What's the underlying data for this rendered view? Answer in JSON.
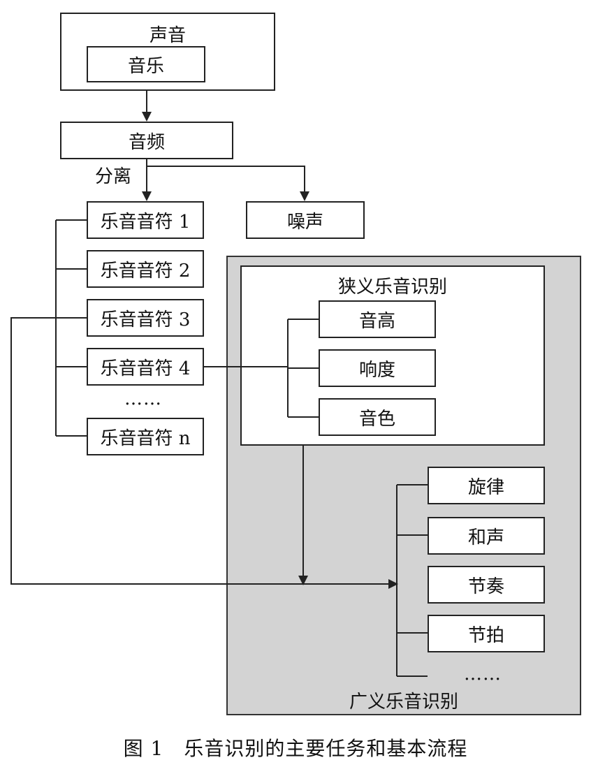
{
  "sound": {
    "title": "声音",
    "music": "音乐"
  },
  "audio": "音频",
  "separation_label": "分离",
  "noise": "噪声",
  "notes": [
    "乐音音符 1",
    "乐音音符 2",
    "乐音音符 3",
    "乐音音符 4",
    "……",
    "乐音音符 n"
  ],
  "narrow": {
    "title": "狭义乐音识别",
    "items": [
      "音高",
      "响度",
      "音色"
    ]
  },
  "broad": {
    "title": "广义乐音识别",
    "items": [
      "旋律",
      "和声",
      "节奏",
      "节拍",
      "……"
    ]
  },
  "caption": "图 1　乐音识别的主要任务和基本流程",
  "colors": {
    "region_fill": "#d3d3d3",
    "line": "#222222"
  }
}
